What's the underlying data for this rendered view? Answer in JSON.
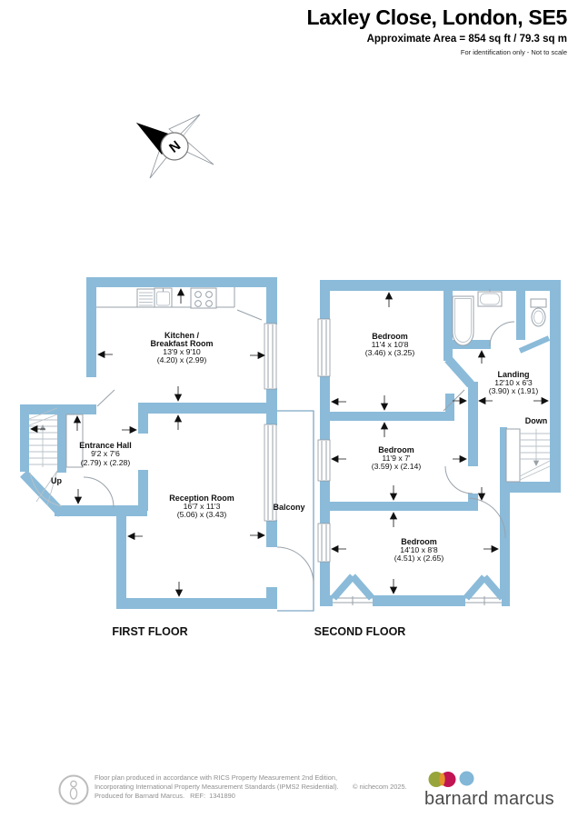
{
  "header": {
    "title": "Laxley Close, London, SE5",
    "area_line": "Approximate Area = 854 sq ft / 79.3 sq m",
    "disclaimer": "For identification only - Not to scale"
  },
  "compass": {
    "north_label": "N"
  },
  "floors": {
    "first": {
      "label": "FIRST FLOOR",
      "kitchen": {
        "name_line1": "Kitchen /",
        "name_line2": "Breakfast Room",
        "dims_ft": "13'9 x 9'10",
        "dims_m": "(4.20) x (2.99)"
      },
      "entrance_hall": {
        "name": "Entrance Hall",
        "dims_ft": "9'2 x 7'6",
        "dims_m": "(2.79) x (2.28)"
      },
      "reception": {
        "name": "Reception Room",
        "dims_ft": "16'7 x 11'3",
        "dims_m": "(5.06) x (3.43)"
      },
      "balcony_label": "Balcony",
      "stairs_label": "Up"
    },
    "second": {
      "label": "SECOND FLOOR",
      "bedroom1": {
        "name": "Bedroom",
        "dims_ft": "11'4 x 10'8",
        "dims_m": "(3.46) x (3.25)"
      },
      "landing": {
        "name": "Landing",
        "dims_ft": "12'10 x 6'3",
        "dims_m": "(3.90) x (1.91)"
      },
      "bedroom2": {
        "name": "Bedroom",
        "dims_ft": "11'9 x 7'",
        "dims_m": "(3.59) x (2.14)"
      },
      "bedroom3": {
        "name": "Bedroom",
        "dims_ft": "14'10 x 8'8",
        "dims_m": "(4.51) x (2.65)"
      },
      "stairs_label": "Down"
    }
  },
  "footer": {
    "line1": "Floor plan produced in accordance with RICS Property Measurement 2nd Edition,",
    "line2": "Incorporating International Property Measurement Standards (IPMS2 Residential).",
    "line3": "Produced for Barnard Marcus.   REF:  1341890",
    "copyright": "© nichecom 2025.",
    "brand": "barnard marcus"
  },
  "colors": {
    "wall": "#8bbbd9",
    "brand-green": "#97a53b",
    "brand-crimson": "#c01453",
    "brand-orange": "#e5932b",
    "brand-blue": "#82b7d7"
  }
}
